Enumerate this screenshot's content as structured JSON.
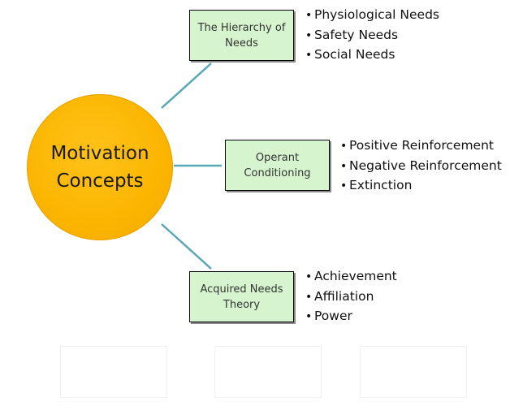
{
  "center": {
    "line1": "Motivation",
    "line2": "Concepts"
  },
  "branches": [
    {
      "title_lines": [
        "The Hierarchy of",
        "Needs"
      ],
      "items": [
        "Physiological Needs",
        "Safety Needs",
        "Social Needs"
      ]
    },
    {
      "title_lines": [
        "Operant",
        "Conditioning"
      ],
      "items": [
        "Positive Reinforcement",
        "Negative Reinforcement",
        "Extinction"
      ]
    },
    {
      "title_lines": [
        "Acquired Needs",
        "Theory"
      ],
      "items": [
        "Achievement",
        "Affiliation",
        "Power"
      ]
    }
  ],
  "colors": {
    "center_fill": "#fbb500",
    "box_fill": "#d6f5cf",
    "connector": "#5aa7b5"
  }
}
